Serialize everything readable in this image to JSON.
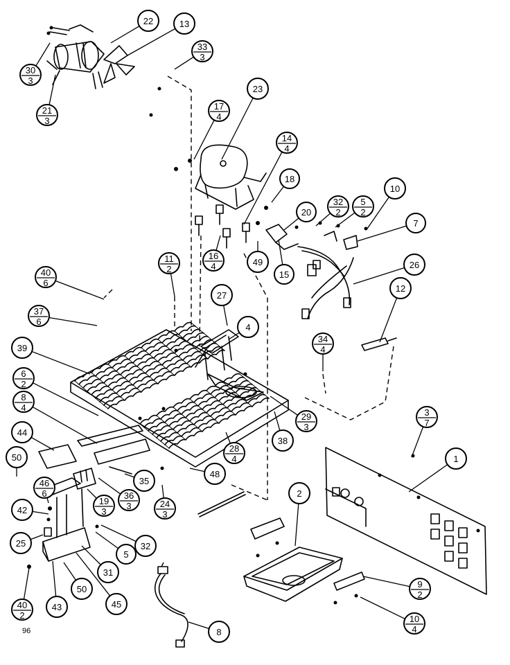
{
  "page_number": "96",
  "callouts": [
    {
      "id": "c22",
      "top": "22"
    },
    {
      "id": "c13",
      "top": "13"
    },
    {
      "id": "c33",
      "top": "33",
      "bottom": "3"
    },
    {
      "id": "c30",
      "top": "30",
      "bottom": "3"
    },
    {
      "id": "c21",
      "top": "21",
      "bottom": "3"
    },
    {
      "id": "c23",
      "top": "23"
    },
    {
      "id": "c17",
      "top": "17",
      "bottom": "4"
    },
    {
      "id": "c14",
      "top": "14",
      "bottom": "4"
    },
    {
      "id": "c18",
      "top": "18"
    },
    {
      "id": "c10a",
      "top": "10"
    },
    {
      "id": "c20",
      "top": "20"
    },
    {
      "id": "c32a",
      "top": "32",
      "bottom": "2"
    },
    {
      "id": "c5a",
      "top": "5",
      "bottom": "2"
    },
    {
      "id": "c7",
      "top": "7"
    },
    {
      "id": "c16",
      "top": "16",
      "bottom": "4"
    },
    {
      "id": "c49",
      "top": "49"
    },
    {
      "id": "c15",
      "top": "15"
    },
    {
      "id": "c26",
      "top": "26"
    },
    {
      "id": "c11",
      "top": "11",
      "bottom": "2"
    },
    {
      "id": "c12",
      "top": "12"
    },
    {
      "id": "c40a",
      "top": "40",
      "bottom": "6"
    },
    {
      "id": "c27",
      "top": "27"
    },
    {
      "id": "c4",
      "top": "4"
    },
    {
      "id": "c37",
      "top": "37",
      "bottom": "6"
    },
    {
      "id": "c34",
      "top": "34",
      "bottom": "4"
    },
    {
      "id": "c39",
      "top": "39"
    },
    {
      "id": "c6",
      "top": "6",
      "bottom": "2"
    },
    {
      "id": "c29",
      "top": "29",
      "bottom": "3"
    },
    {
      "id": "c8b",
      "top": "8",
      "bottom": "4"
    },
    {
      "id": "c38",
      "top": "38"
    },
    {
      "id": "c3",
      "top": "3",
      "bottom": "7"
    },
    {
      "id": "c28",
      "top": "28",
      "bottom": "4"
    },
    {
      "id": "c44",
      "top": "44"
    },
    {
      "id": "c1",
      "top": "1"
    },
    {
      "id": "c50a",
      "top": "50"
    },
    {
      "id": "c35",
      "top": "35"
    },
    {
      "id": "c48",
      "top": "48"
    },
    {
      "id": "c46",
      "top": "46",
      "bottom": "6"
    },
    {
      "id": "c19",
      "top": "19",
      "bottom": "3"
    },
    {
      "id": "c36",
      "top": "36",
      "bottom": "3"
    },
    {
      "id": "c24",
      "top": "24",
      "bottom": "3"
    },
    {
      "id": "c2",
      "top": "2"
    },
    {
      "id": "c42",
      "top": "42"
    },
    {
      "id": "c25",
      "top": "25"
    },
    {
      "id": "c5b",
      "top": "5"
    },
    {
      "id": "c32b",
      "top": "32"
    },
    {
      "id": "c31",
      "top": "31"
    },
    {
      "id": "c9",
      "top": "9",
      "bottom": "2"
    },
    {
      "id": "c50b",
      "top": "50"
    },
    {
      "id": "c40b",
      "top": "40",
      "bottom": "2"
    },
    {
      "id": "c43",
      "top": "43"
    },
    {
      "id": "c45",
      "top": "45"
    },
    {
      "id": "c10b",
      "top": "10",
      "bottom": "4"
    },
    {
      "id": "c8a",
      "top": "8"
    }
  ]
}
